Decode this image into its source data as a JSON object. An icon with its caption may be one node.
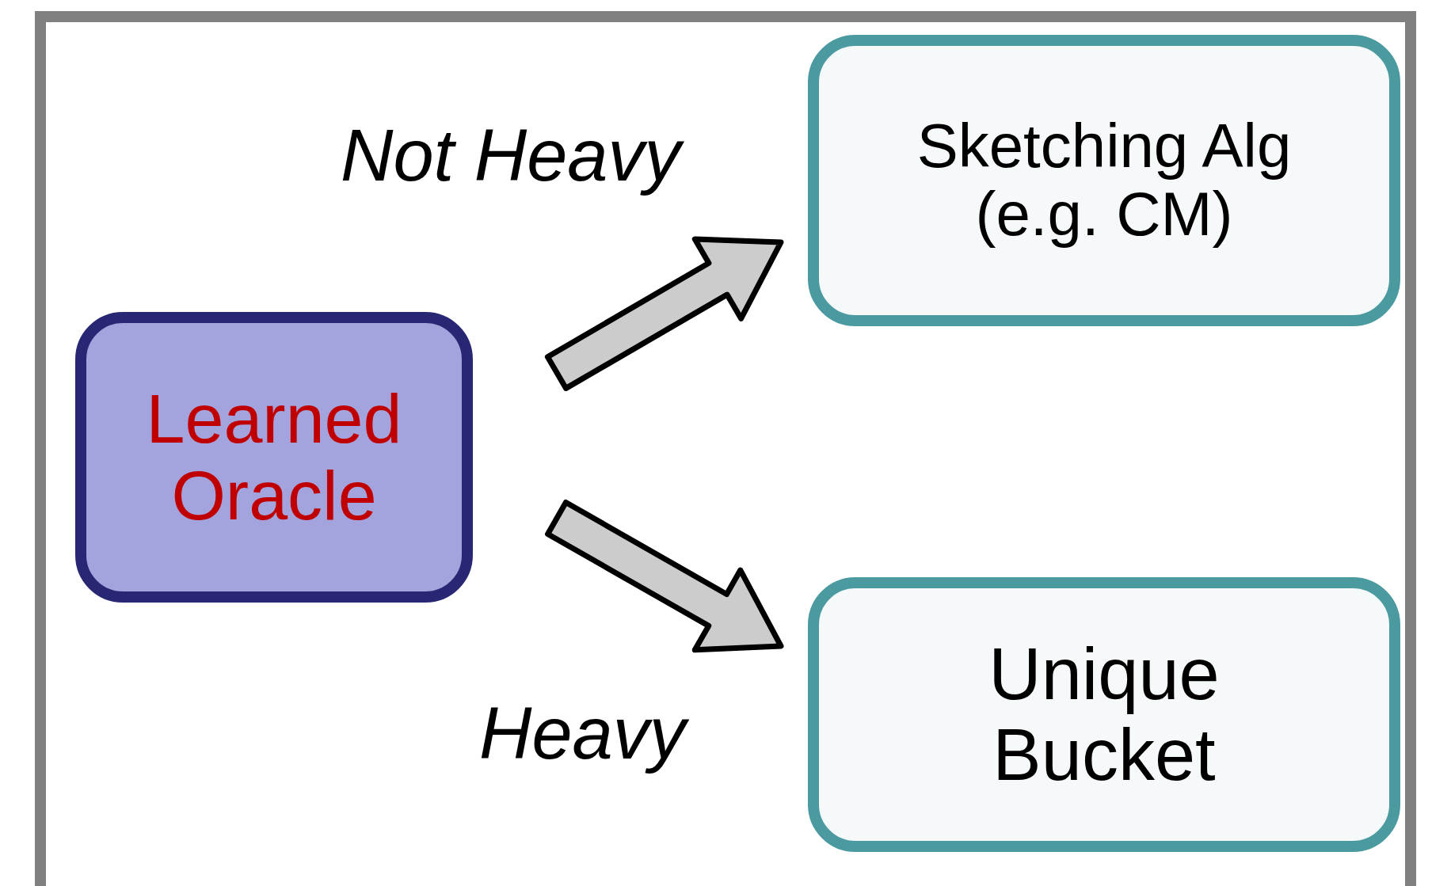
{
  "diagram": {
    "nodes": [
      {
        "text": [
          "Learned Oracle"
        ]
      },
      {
        "text": [
          "Sketching Alg (e.g. CM)"
        ]
      },
      {
        "text": [
          "Unique Bucket"
        ]
      }
    ],
    "edges": [
      {
        "from": 0,
        "to": 1,
        "arrow": "to",
        "label": "Not Heavy"
      },
      {
        "from": 0,
        "to": 2,
        "arrow": "to",
        "label": "Heavy"
      }
    ]
  }
}
